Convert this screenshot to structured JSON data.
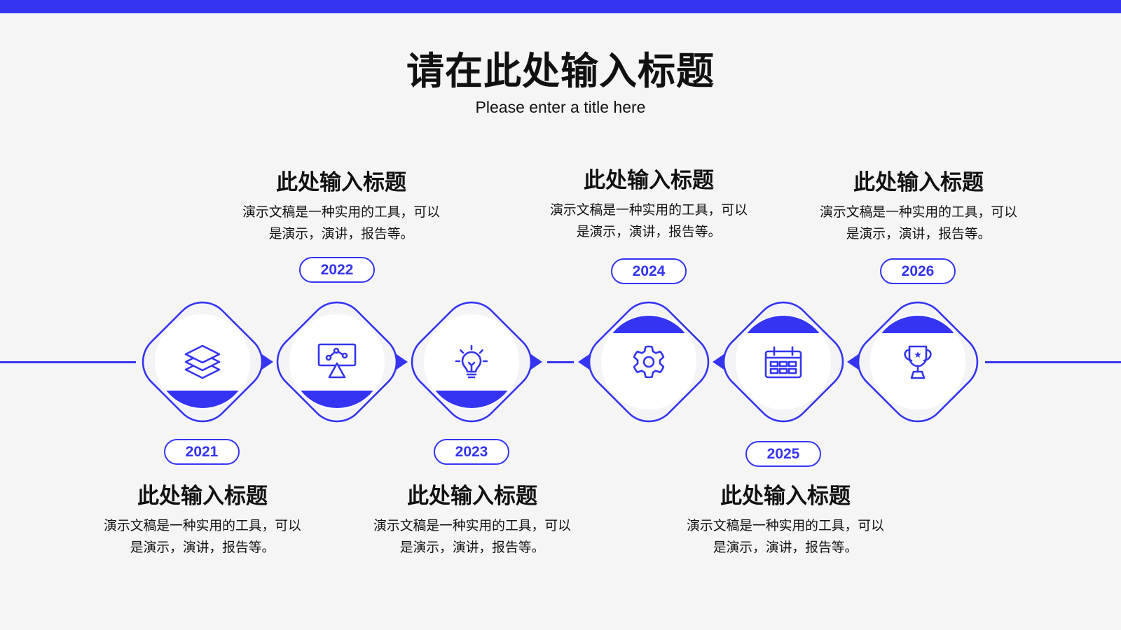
{
  "colors": {
    "accent": "#3434F2",
    "background": "#F5F5F6",
    "text": "#111111",
    "node_fill": "#F4F4F6"
  },
  "title": "请在此处输入标题",
  "subtitle": "Please enter a title here",
  "milestones": [
    {
      "year": "2021",
      "heading": "此处输入标题",
      "desc_lines": [
        "演示文稿是一种实用的工具，可以",
        "是演示，演讲，报告等。"
      ],
      "icon": "layers-icon"
    },
    {
      "year": "2022",
      "heading": "此处输入标题",
      "desc_lines": [
        "演示文稿是一种实用的工具，可以",
        "是演示，演讲，报告等。"
      ],
      "icon": "presentation-board-icon"
    },
    {
      "year": "2023",
      "heading": "此处输入标题",
      "desc_lines": [
        "演示文稿是一种实用的工具，可以",
        "是演示，演讲，报告等。"
      ],
      "icon": "lightbulb-icon"
    },
    {
      "year": "2024",
      "heading": "此处输入标题",
      "desc_lines": [
        "演示文稿是一种实用的工具，可以",
        "是演示，演讲，报告等。"
      ],
      "icon": "gear-icon"
    },
    {
      "year": "2025",
      "heading": "此处输入标题",
      "desc_lines": [
        "演示文稿是一种实用的工具，可以",
        "是演示，演讲，报告等。"
      ],
      "icon": "calendar-icon"
    },
    {
      "year": "2026",
      "heading": "此处输入标题",
      "desc_lines": [
        "演示文稿是一种实用的工具，可以",
        "是演示，演讲，报告等。"
      ],
      "icon": "trophy-icon"
    }
  ]
}
